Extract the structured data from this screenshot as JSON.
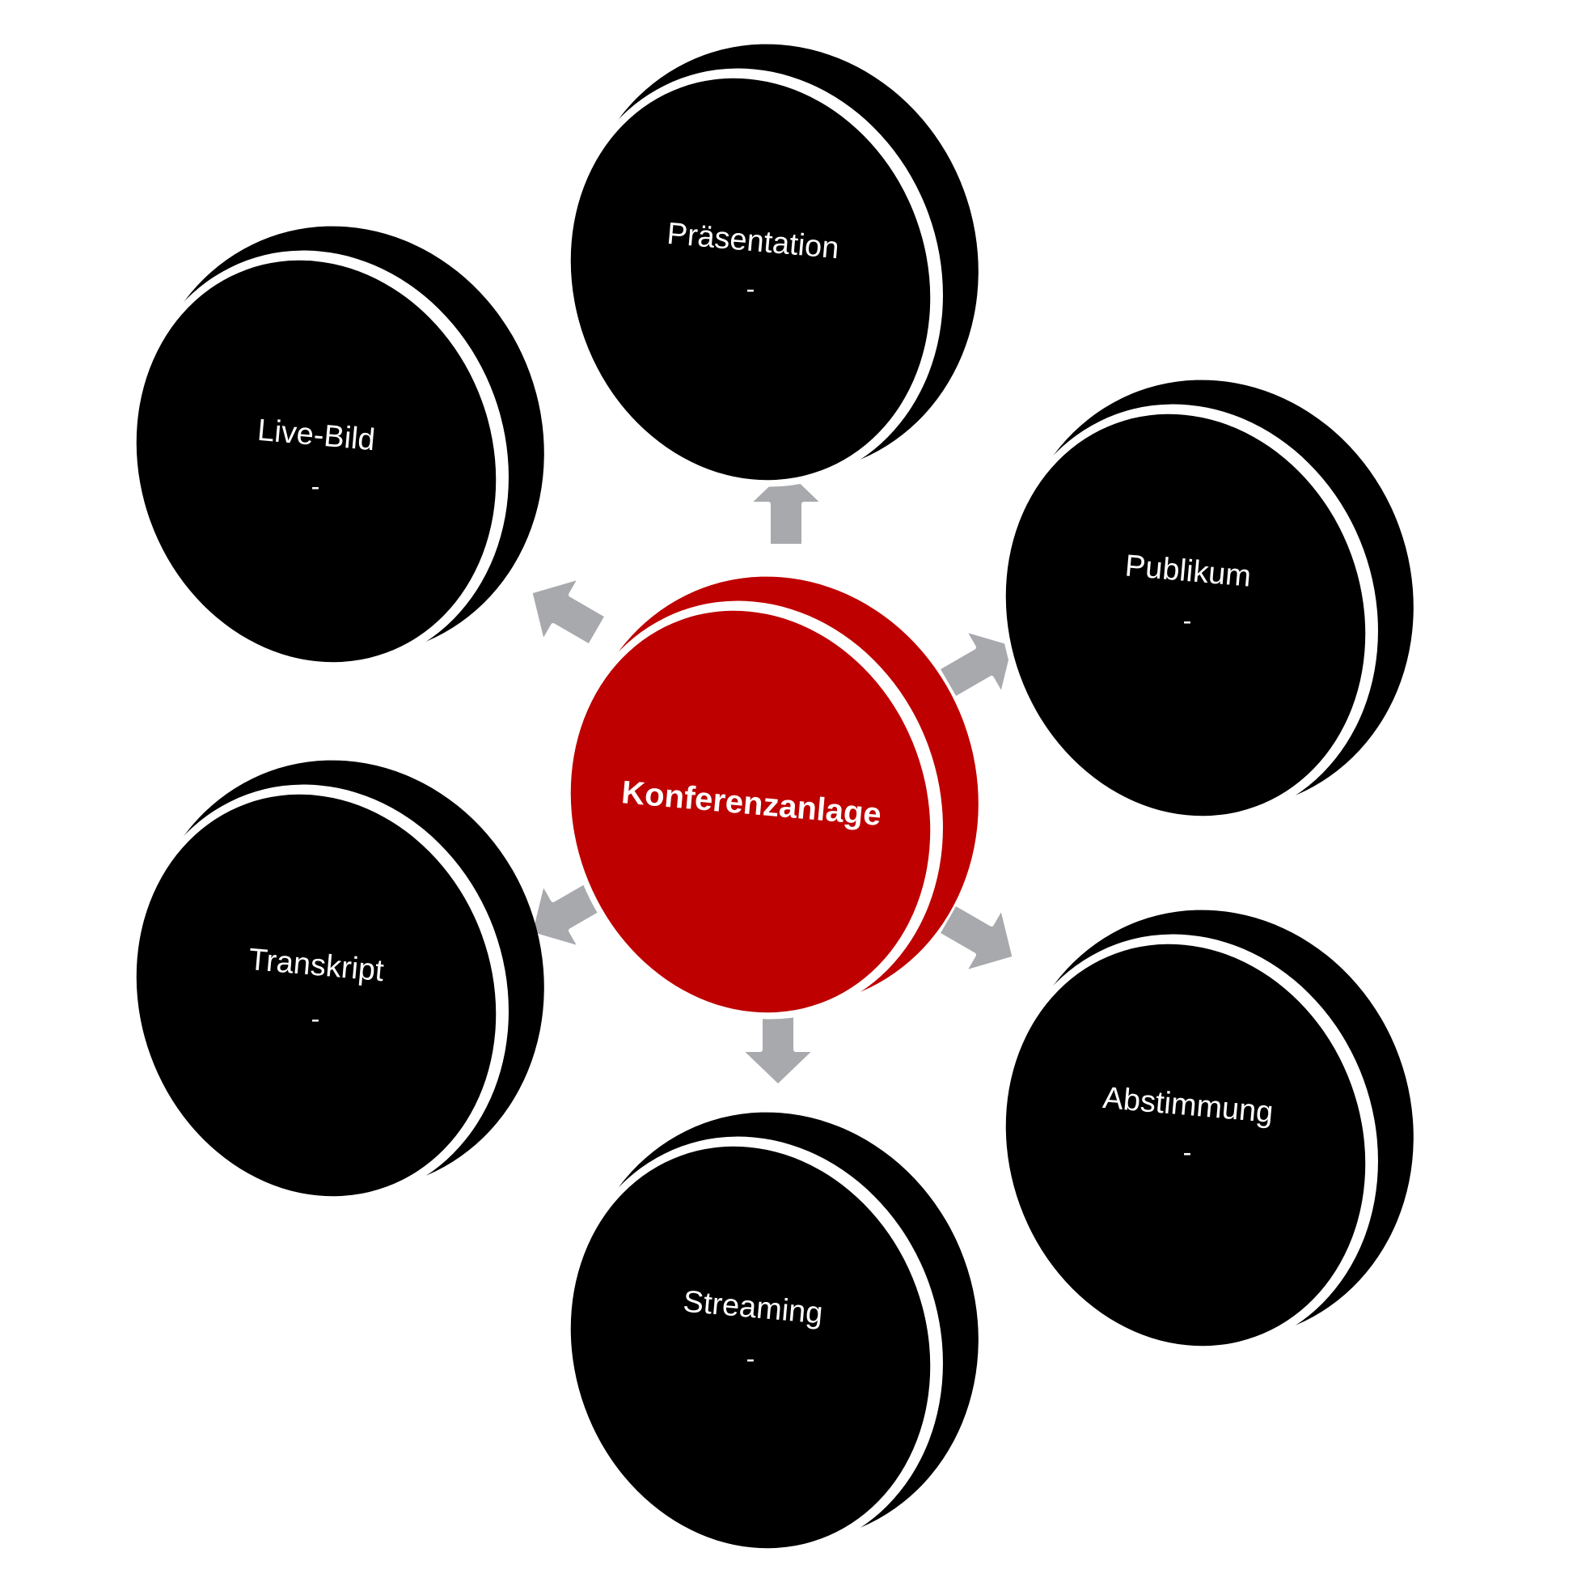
{
  "center": {
    "label": "Konferenzanlage",
    "color": "#be0000"
  },
  "colors": {
    "node": "#000000",
    "rim": "#ffffff",
    "arrow": "#a7a9ad",
    "arrow_stroke": "#ffffff"
  },
  "nodes": [
    {
      "id": "praesentation",
      "label": "Präsentation",
      "sub": "-"
    },
    {
      "id": "publikum",
      "label": "Publikum",
      "sub": "-"
    },
    {
      "id": "abstimmung",
      "label": "Abstimmung",
      "sub": "-"
    },
    {
      "id": "streaming",
      "label": "Streaming",
      "sub": "-"
    },
    {
      "id": "transkript",
      "label": "Transkript",
      "sub": "-"
    },
    {
      "id": "live-bild",
      "label": "Live-Bild",
      "sub": "-"
    }
  ]
}
